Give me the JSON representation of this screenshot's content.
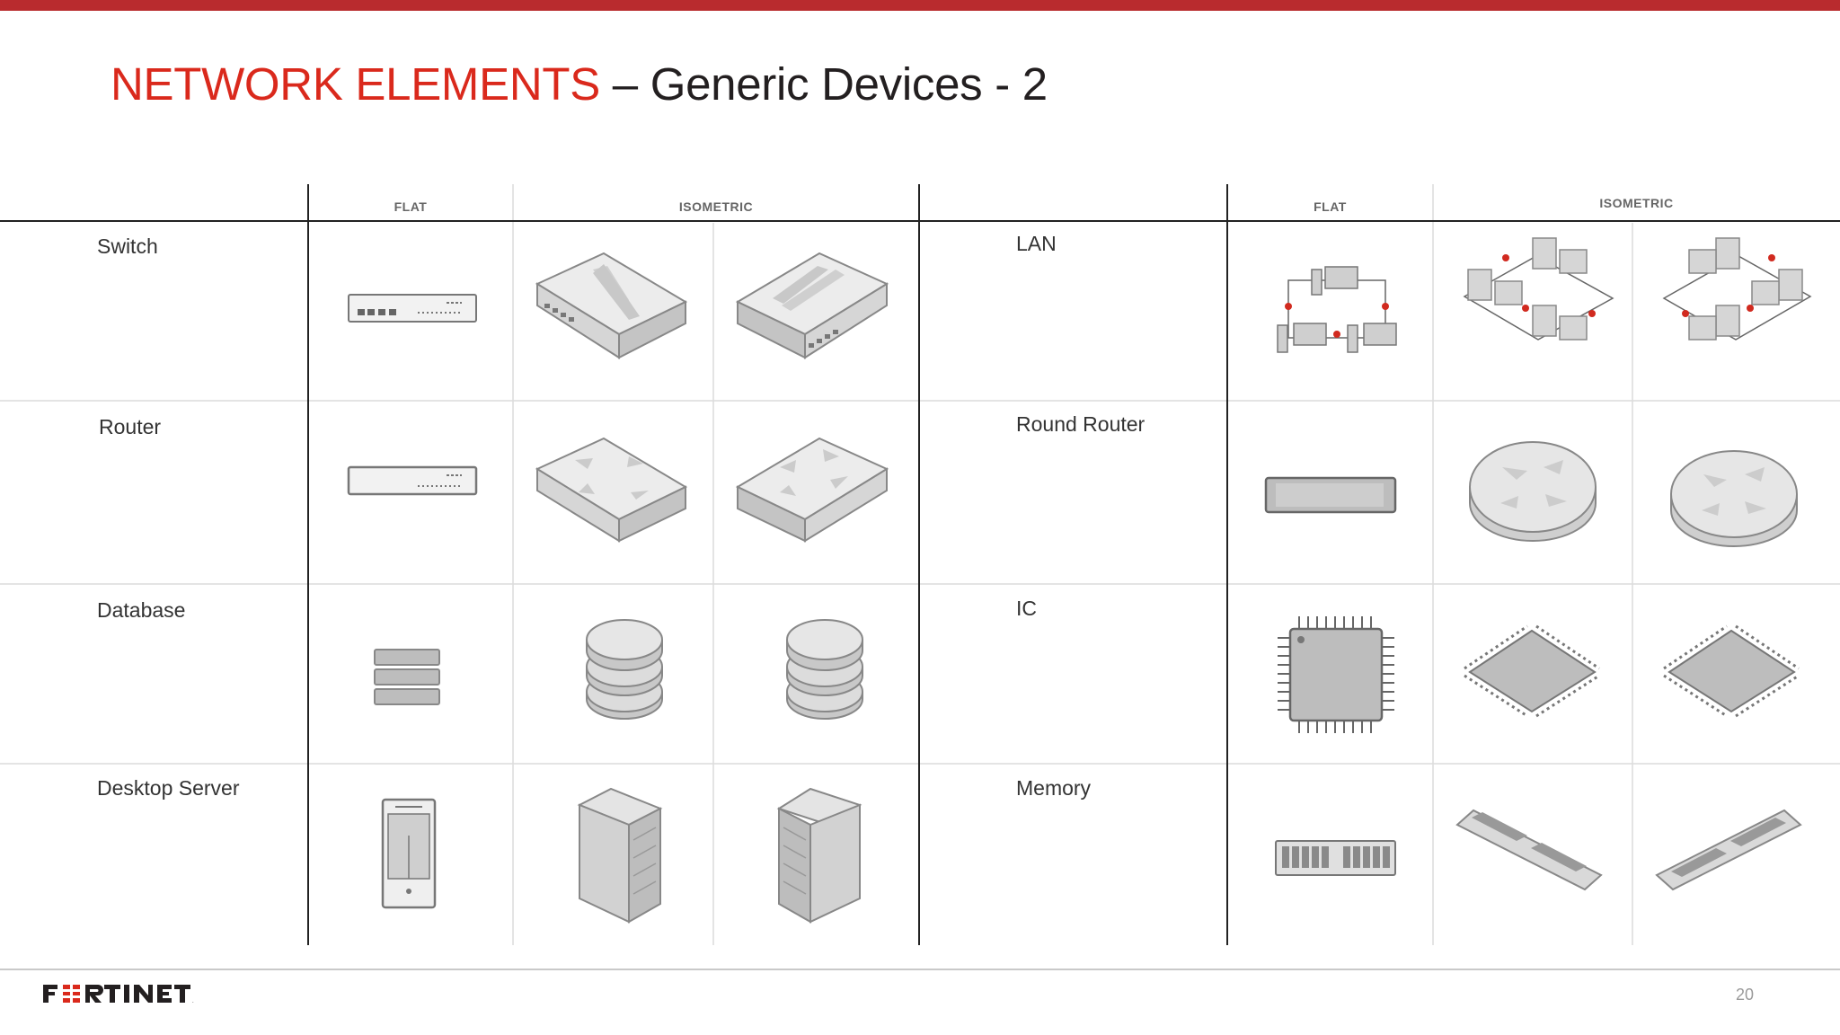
{
  "slide": {
    "title_accent": "NETWORK ELEMENTS",
    "title_rest": " – Generic Devices - 2",
    "page_number": "20",
    "brand_color": "#da291c",
    "top_bar_color": "#b92b2e"
  },
  "logo": {
    "text": "FORTINET"
  },
  "headers": {
    "left_flat": "FLAT",
    "left_isometric": "ISOMETRIC",
    "right_flat": "FLAT",
    "right_isometric": "ISOMETRIC"
  },
  "left_rows": [
    {
      "label": "Switch",
      "icon": "switch-icon"
    },
    {
      "label": "Router",
      "icon": "router-icon"
    },
    {
      "label": "Database",
      "icon": "database-icon"
    },
    {
      "label": "Desktop Server",
      "icon": "desktop-server-icon"
    }
  ],
  "right_rows": [
    {
      "label": "LAN",
      "icon": "lan-icon"
    },
    {
      "label": "Round Router",
      "icon": "round-router-icon"
    },
    {
      "label": "IC",
      "icon": "ic-chip-icon"
    },
    {
      "label": "Memory",
      "icon": "memory-module-icon"
    }
  ]
}
